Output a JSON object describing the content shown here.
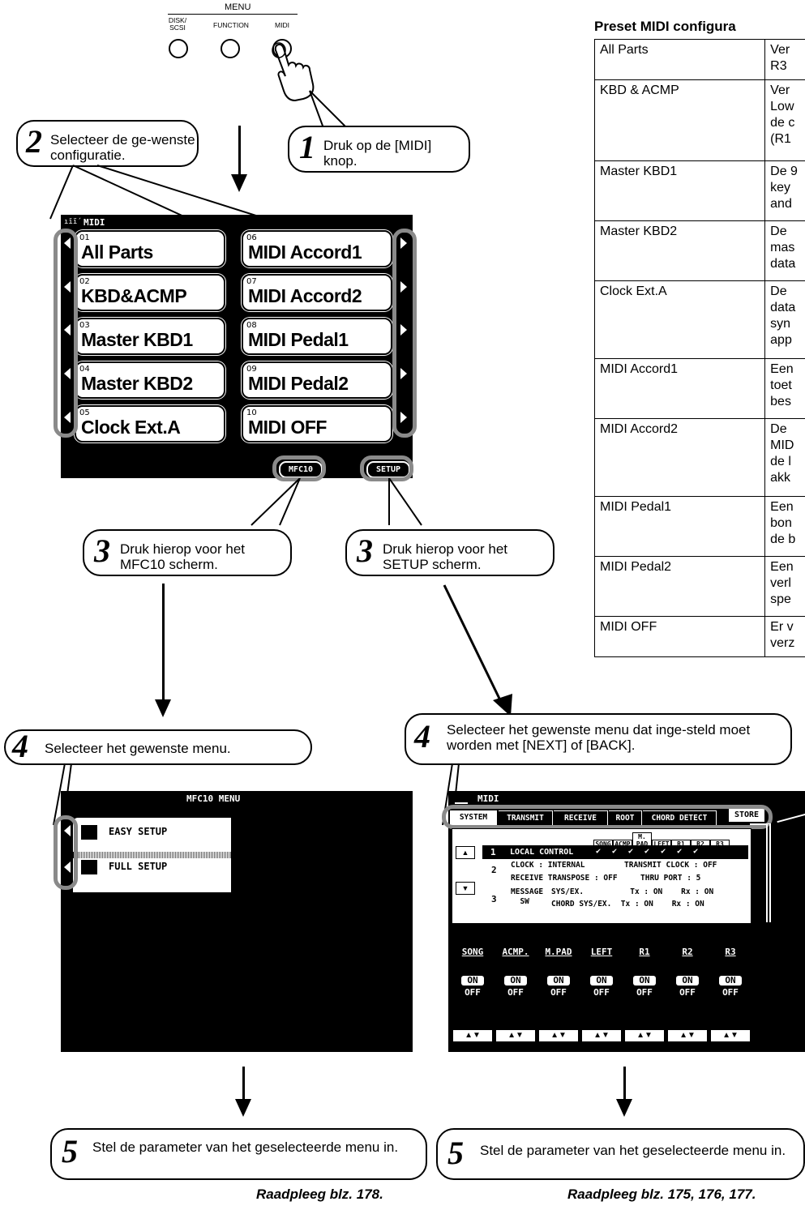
{
  "menu": {
    "title": "MENU",
    "buttons": [
      {
        "label": "DISK/\nSCSI"
      },
      {
        "label": "FUNCTION"
      },
      {
        "label": "MIDI"
      }
    ]
  },
  "steps": {
    "s1": {
      "num": "1",
      "text": "Druk op de [MIDI] knop."
    },
    "s2": {
      "num": "2",
      "text": "Selecteer de ge-wenste configuratie."
    },
    "s3a": {
      "num": "3",
      "text": "Druk hierop voor het MFC10 scherm."
    },
    "s3b": {
      "num": "3",
      "text": "Druk hierop voor het SETUP scherm."
    },
    "s4a": {
      "num": "4",
      "text": "Selecteer het gewenste menu."
    },
    "s4b": {
      "num": "4",
      "text": "Selecteer het gewenste menu dat inge-steld moet worden met [NEXT] of [BACK]."
    },
    "s5a": {
      "num": "5",
      "text": "Stel de parameter van het geselecteerde menu in."
    },
    "s5b": {
      "num": "5",
      "text": "Stel de parameter van het geselecteerde menu in."
    }
  },
  "midi_screen": {
    "title": "MIDI",
    "configs": [
      {
        "num": "01",
        "name": "All Parts"
      },
      {
        "num": "02",
        "name": "KBD&ACMP"
      },
      {
        "num": "03",
        "name": "Master KBD1"
      },
      {
        "num": "04",
        "name": "Master KBD2"
      },
      {
        "num": "05",
        "name": "Clock Ext.A"
      },
      {
        "num": "06",
        "name": "MIDI Accord1"
      },
      {
        "num": "07",
        "name": "MIDI Accord2"
      },
      {
        "num": "08",
        "name": "MIDI Pedal1"
      },
      {
        "num": "09",
        "name": "MIDI Pedal2"
      },
      {
        "num": "10",
        "name": "MIDI OFF"
      }
    ],
    "mfc_label": "MFC10",
    "setup_label": "SETUP"
  },
  "preset_table": {
    "heading": "Preset MIDI configura",
    "rows": [
      {
        "name": "All Parts",
        "desc": "Ver\nR3"
      },
      {
        "name": "KBD & ACMP",
        "desc": "Ver\nLow\nde c\n(R1"
      },
      {
        "name": "Master KBD1",
        "desc": "De 9\nkey\nand"
      },
      {
        "name": "Master KBD2",
        "desc": "De\nmas\ndata"
      },
      {
        "name": "Clock Ext.A",
        "desc": "De\ndata\nsyn\napp"
      },
      {
        "name": "MIDI Accord1",
        "desc": "Een\ntoet\nbes"
      },
      {
        "name": "MIDI Accord2",
        "desc": "De\nMID\nde l\nakk"
      },
      {
        "name": "MIDI Pedal1",
        "desc": "Een\nbon\nde b"
      },
      {
        "name": "MIDI Pedal2",
        "desc": "Een\nverl\nspe"
      },
      {
        "name": "MIDI OFF",
        "desc": "Er v\nverz"
      }
    ]
  },
  "mfc_screen": {
    "title": "MFC10 MENU",
    "items": [
      "EASY SETUP",
      "FULL SETUP"
    ]
  },
  "setup_screen": {
    "title": "MIDI",
    "tabs": [
      "SYSTEM",
      "TRANSMIT",
      "RECEIVE",
      "ROOT",
      "CHORD DETECT"
    ],
    "store": "STORE",
    "col_headers": [
      "SONG",
      "ACMP",
      "M.\nPAD",
      "LEFT",
      "R1",
      "R2",
      "R3"
    ],
    "row1": {
      "num": "1",
      "label": "LOCAL CONTROL"
    },
    "row2": {
      "num": "2",
      "line1a": "CLOCK : INTERNAL",
      "line1b": "TRANSMIT CLOCK : OFF",
      "line2a": "RECEIVE TRANSPOSE : OFF",
      "line2b": "THRU PORT : 5"
    },
    "row3": {
      "num": "3",
      "label": "MESSAGE\nSW",
      "line1": "SYS/EX.          Tx : ON    Rx : ON",
      "line2": "CHORD SYS/EX.  Tx : ON    Rx : ON"
    },
    "parts": [
      "SONG",
      "ACMP.",
      "M.PAD",
      "LEFT",
      "R1",
      "R2",
      "R3"
    ],
    "on": "ON",
    "off": "OFF"
  },
  "refs": {
    "left": "Raadpleeg blz. 178.",
    "right": "Raadpleeg blz. 175, 176, 177."
  }
}
